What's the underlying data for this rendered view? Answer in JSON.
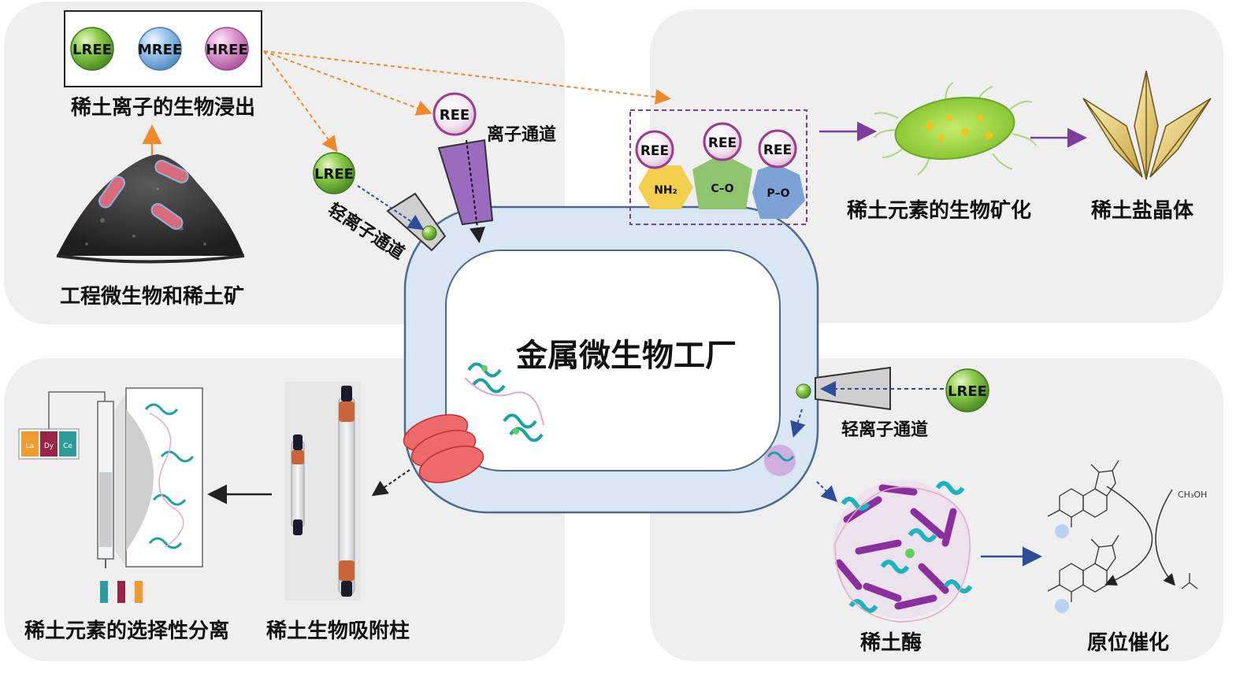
{
  "title": "金属微生物工厂",
  "colors": {
    "panel": "#efefef",
    "cell_wall": "#d9e6f4",
    "cell_stroke": "#4b6a90",
    "orange_arrow": "#ee8a2c",
    "purple_arrow": "#7b3e9a",
    "blue_arrow": "#2e4c9a",
    "lree": "#7ac142",
    "mree": "#8dbbe4",
    "hree": "#d58bc7",
    "ree_ring": "#9b3d8a",
    "channel_purple": "#9b6bbf",
    "channel_gray": "#c8c8c8",
    "nh2": "#f2cf4e",
    "coo": "#8fc46f",
    "po": "#7da3d6",
    "red_barrel": "#e95a5a"
  },
  "top_left": {
    "ions": [
      "LREE",
      "MREE",
      "HREE"
    ],
    "bioleach_label": "稀土离子的生物浸出",
    "microbe_ore_label": "工程微生物和稀土矿"
  },
  "channels": {
    "ree_ion": "REE",
    "ion_channel_label": "离子通道",
    "lree_ion": "LREE",
    "light_channel_label": "轻离子通道"
  },
  "top_right": {
    "ree_groups": [
      {
        "ion": "REE",
        "group": "NH₂"
      },
      {
        "ion": "REE",
        "group": "C–O"
      },
      {
        "ion": "REE",
        "group": "P–O"
      }
    ],
    "mineralization_label": "稀土元素的生物矿化",
    "crystal_label": "稀土盐晶体"
  },
  "bottom_left": {
    "column_label": "稀土生物吸附柱",
    "separation_label": "稀土元素的选择性分离",
    "elements": [
      "La",
      "Dy",
      "Ce"
    ]
  },
  "bottom_right": {
    "lree_ion": "LREE",
    "light_channel_label": "轻离子通道",
    "enzyme_label": "稀土酶",
    "catalysis_label": "原位催化",
    "methanol": "CH₃OH",
    "center_ion": "LREE"
  }
}
